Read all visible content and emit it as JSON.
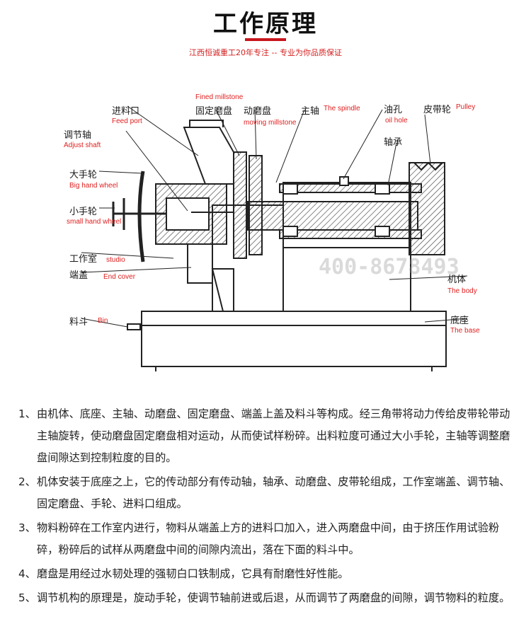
{
  "header": {
    "title": "工作原理",
    "subtitle": "江西恒诚重工20年专注 -- 专业为你品质保证"
  },
  "diagram": {
    "labels": {
      "fined_millstone_en": "Fined millstone",
      "feed_port_cn": "进料口",
      "feed_port_en": "Feed port",
      "fixed_disc_cn": "固定磨盘",
      "moving_disc_cn": "动磨盘",
      "moving_disc_en": "moving millstone",
      "spindle_cn": "主轴",
      "spindle_en": "The spindle",
      "oil_hole_cn": "油孔",
      "oil_hole_en": "oil hole",
      "pulley_cn": "皮带轮",
      "pulley_en": "Pulley",
      "bearing_cn": "轴承",
      "adjust_shaft_cn": "调节轴",
      "adjust_shaft_en": "Adjust shaft",
      "big_wheel_cn": "大手轮",
      "big_wheel_en": "Big hand wheel",
      "small_wheel_cn": "小手轮",
      "small_wheel_en": "small hand wheel",
      "studio_cn": "工作室",
      "studio_en": "studio",
      "end_cover_cn": "端盖",
      "end_cover_en": "End cover",
      "body_cn": "机体",
      "body_en": "The body",
      "bin_cn": "料斗",
      "bin_en": "Bin",
      "base_cn": "底座",
      "base_en": "The base"
    },
    "watermark": "400-8678493"
  },
  "paragraphs": [
    {
      "num": "1、",
      "text": "由机体、底座、主轴、动磨盘、固定磨盘、端盖上盖及料斗等构成。经三角带将动力传给皮带轮带动主轴旋转，使动磨盘固定磨盘相对运动，从而使试样粉碎。出料粒度可通过大小手轮，主轴等调整磨盘间隙达到控制粒度的目的。"
    },
    {
      "num": "2、",
      "text": "机体安装于底座之上，它的传动部分有传动轴，轴承、动磨盘、皮带轮组成，工作室端盖、调节轴、固定磨盘、手轮、进料口组成。"
    },
    {
      "num": "3、",
      "text": "物料粉碎在工作室内进行，物料从端盖上方的进料口加入，进入两磨盘中间，由于挤压作用试验粉碎，粉碎后的试样从两磨盘中间的间隙内流出，落在下面的料斗中。"
    },
    {
      "num": "4、",
      "text": "磨盘是用经过水韧处理的强韧白口铁制成，它具有耐磨性好性能。"
    },
    {
      "num": "5、",
      "text": "调节机构的原理是，旋动手轮，使调节轴前进或后退，从而调节了两磨盘的间隙，调节物料的粒度。"
    }
  ]
}
